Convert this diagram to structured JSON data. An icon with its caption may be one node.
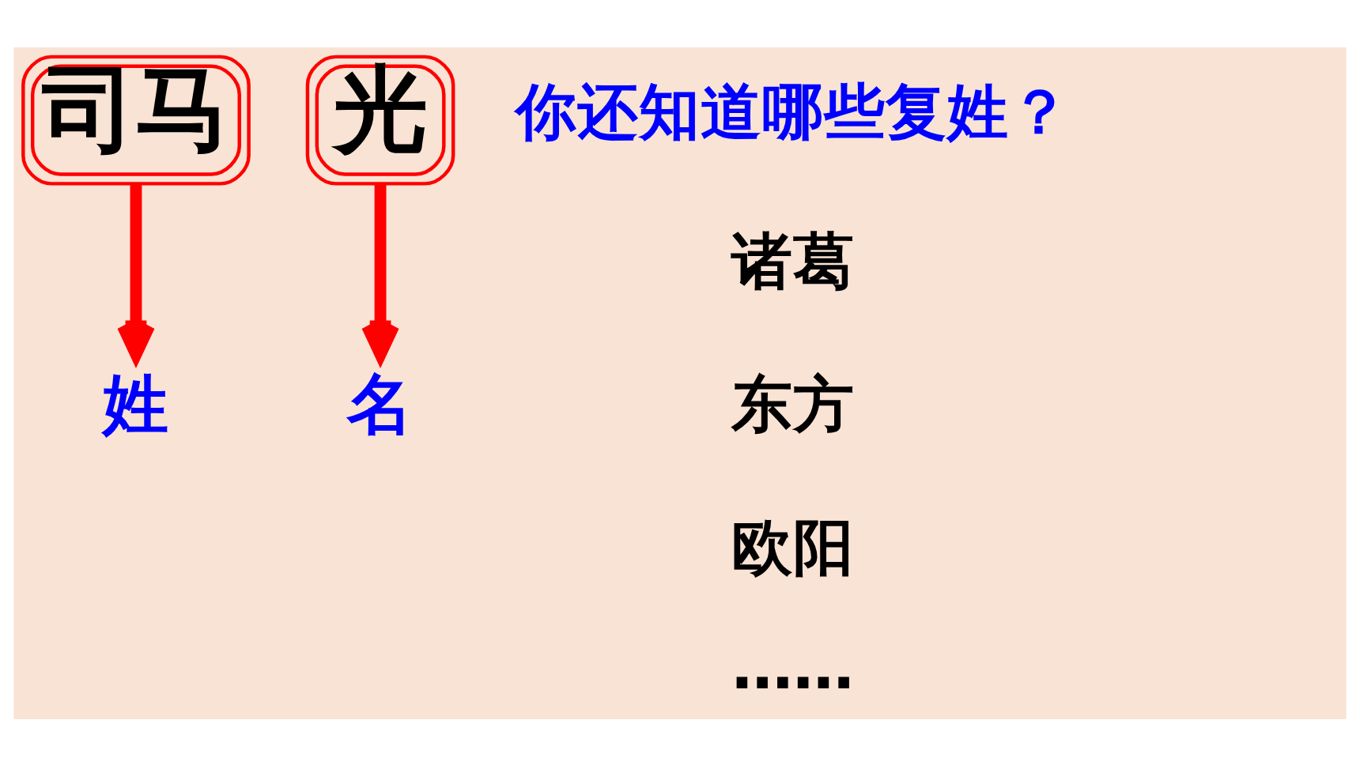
{
  "diagram": {
    "nodes": [
      {
        "text": [
          "司马"
        ]
      },
      {
        "text": [
          "光"
        ]
      },
      {
        "text": [
          "姓"
        ]
      },
      {
        "text": [
          "名"
        ]
      }
    ],
    "edges": [
      {
        "from": 0,
        "to": 2,
        "arrow": "to"
      },
      {
        "from": 1,
        "to": 3,
        "arrow": "to"
      }
    ],
    "labels": [
      "你还知道哪些复姓？",
      "诸葛",
      "东方",
      "欧阳",
      "……"
    ]
  }
}
